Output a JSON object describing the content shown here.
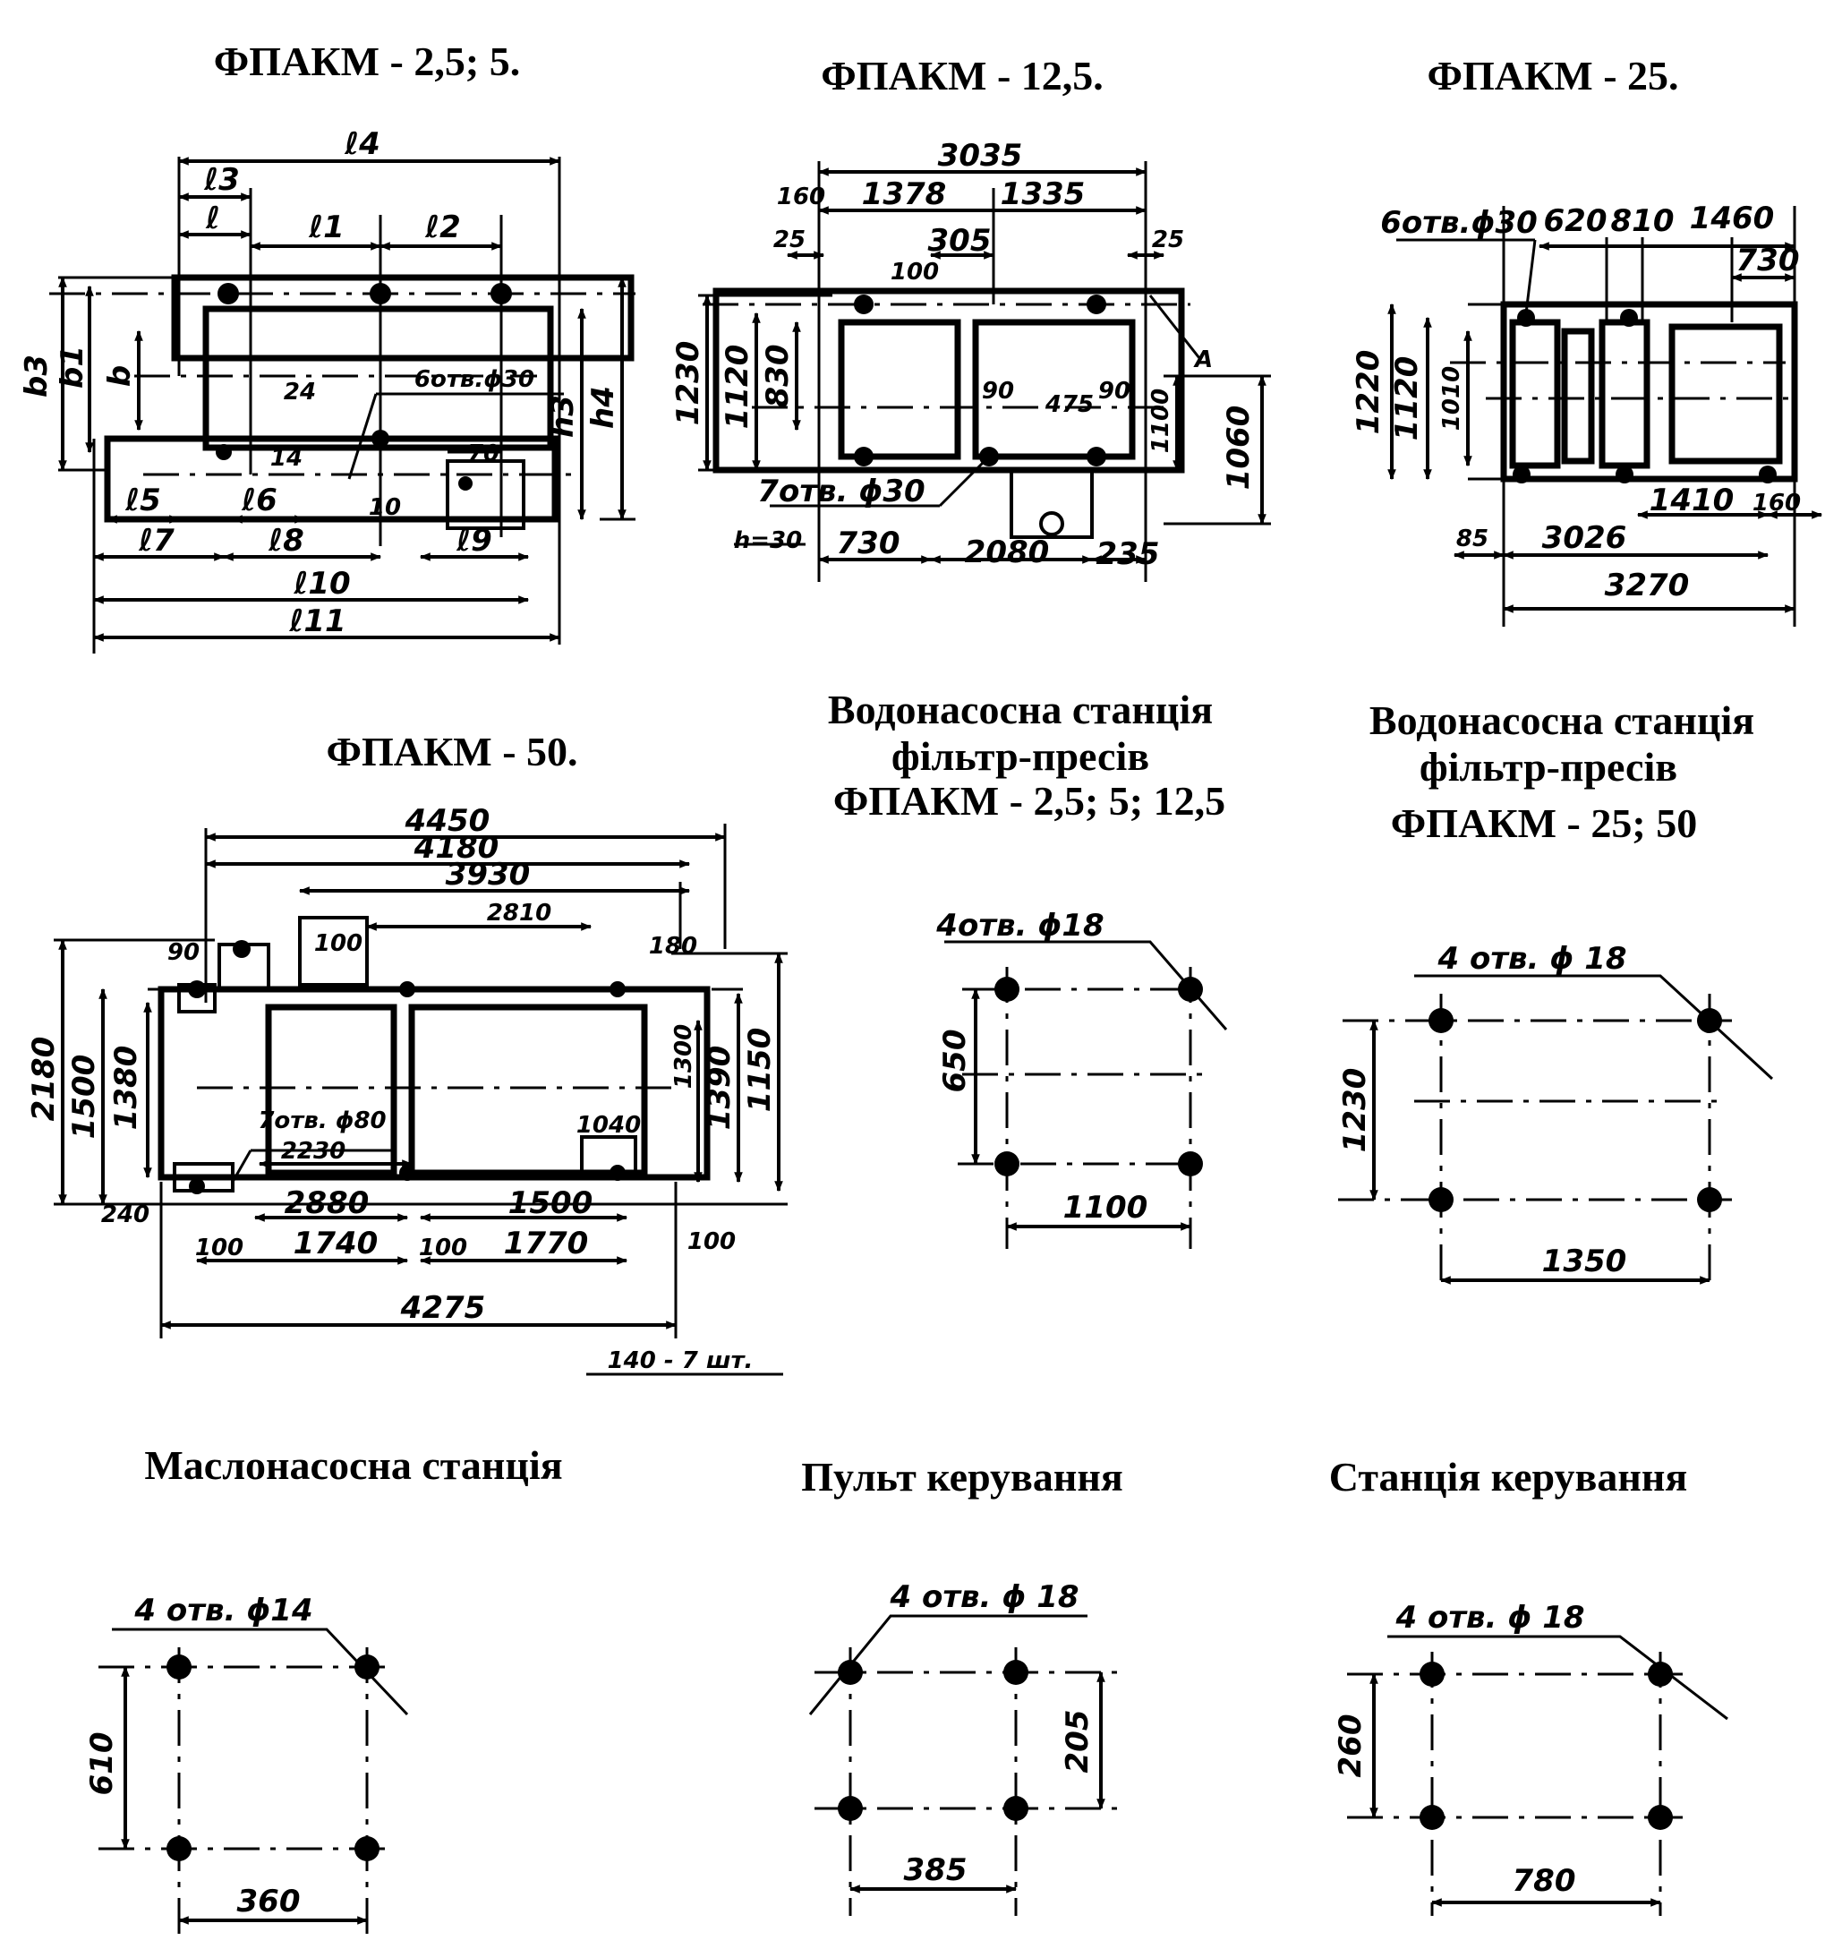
{
  "titles": {
    "fpakm_2_5": "ФПАКМ - 2,5;  5.",
    "fpakm_12_5": "ФПАКМ - 12,5.",
    "fpakm_25": "ФПАКМ - 25.",
    "fpakm_50": "ФПАКМ - 50.",
    "water_small_l1": "Водонасосна станція",
    "water_small_l2": "фільтр-пресів",
    "water_small_l3": "ФПАКМ - 2,5; 5; 12,5",
    "water_large_l1": "Водонасосна станція",
    "water_large_l2": "фільтр-пресів",
    "water_large_l3": "ФПАКМ - 25; 50",
    "oil_station": "Маслонасосна станція",
    "control_panel": "Пульт керування",
    "control_station": "Станція керування"
  },
  "fpakm_2_5": {
    "l4": "ℓ4",
    "l3": "ℓ3",
    "l": "ℓ",
    "l1": "ℓ1",
    "l2": "ℓ2",
    "b3": "b3",
    "b1": "b1",
    "b": "b",
    "h3": "h3",
    "h4": "h4",
    "holes": "6отв.ϕ30",
    "l5": "ℓ5",
    "l6": "ℓ6",
    "l7": "ℓ7",
    "l8": "ℓ8",
    "l9": "ℓ9",
    "l10": "ℓ10",
    "l11": "ℓ11",
    "v24": "24",
    "v14": "14",
    "v70": "70",
    "v10": "10"
  },
  "fpakm_12_5": {
    "d3035": "3035",
    "d160": "160",
    "d1378": "1378",
    "d1335": "1335",
    "d25a": "25",
    "d305": "305",
    "d25b": "25",
    "d100": "100",
    "d1230": "1230",
    "d1120": "1120",
    "d830": "830",
    "d90": "90",
    "d475": "475",
    "d90b": "90",
    "d1100": "1100",
    "d1060": "1060",
    "d_a": "А",
    "holes": "7отв. ϕ30",
    "h30": "h=30",
    "d730": "730",
    "d2080": "2080",
    "d235": "235"
  },
  "fpakm_25": {
    "holes": "6отв.ϕ30",
    "d620": "620",
    "d810": "810",
    "d1460": "1460",
    "d730": "730",
    "d1220": "1220",
    "d1120": "1120",
    "d1010": "1010",
    "d1410": "1410",
    "d160": "160",
    "d85": "85",
    "d3026": "3026",
    "d3270": "3270"
  },
  "fpakm_50": {
    "d4450": "4450",
    "d4180": "4180",
    "d3930": "3930",
    "d2810": "2810",
    "d90": "90",
    "d100": "100",
    "d180": "180",
    "d2180": "2180",
    "d1500": "1500",
    "d1380": "1380",
    "d1300": "1300",
    "d1390": "1390",
    "d1150": "1150",
    "holes": "7отв. ϕ80",
    "d2230": "2230",
    "d1040": "1040",
    "d240": "240",
    "d2880": "2880",
    "d1500b": "1500",
    "d100a": "100",
    "d1740": "1740",
    "d100b": "100",
    "d1770": "1770",
    "d100c": "100",
    "d4275": "4275",
    "note": "140 - 7 шт."
  },
  "water_small": {
    "holes": "4отв. ϕ18",
    "h": "650",
    "w": "1100"
  },
  "water_large": {
    "holes": "4 отв. ϕ 18",
    "h": "1230",
    "w": "1350"
  },
  "oil_station": {
    "holes": "4 отв. ϕ14",
    "h": "610",
    "w": "360"
  },
  "control_panel": {
    "holes": "4 отв. ϕ 18",
    "h": "205",
    "w": "385"
  },
  "control_station": {
    "holes": "4 отв. ϕ 18",
    "h": "260",
    "w": "780"
  }
}
